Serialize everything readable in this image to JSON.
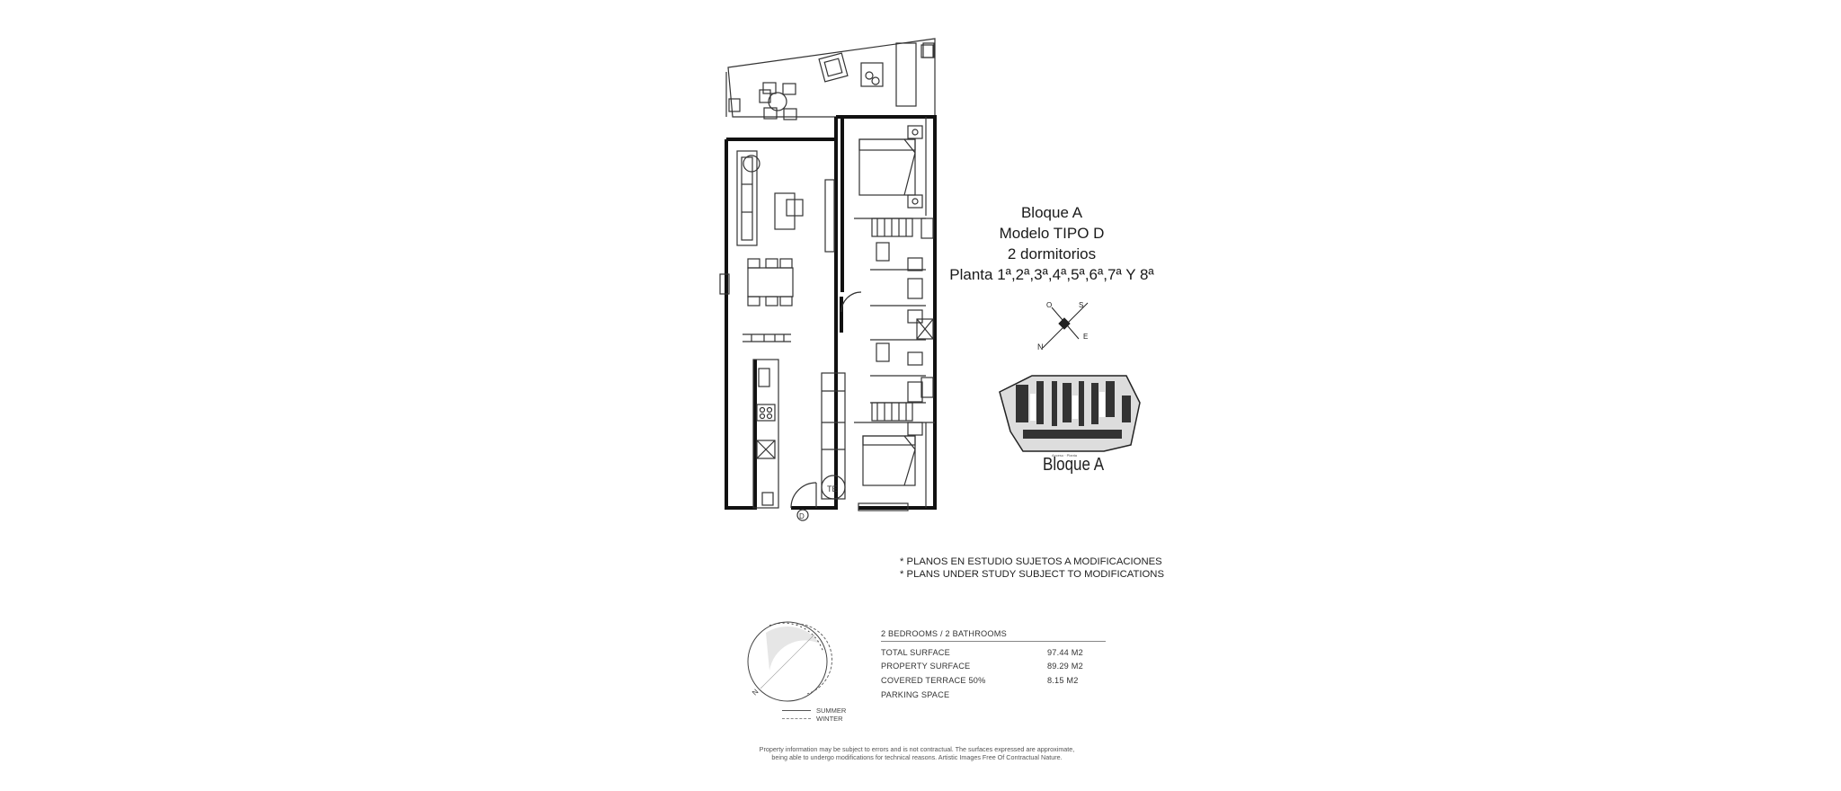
{
  "title": {
    "block": "Bloque A",
    "model": "Modelo TIPO D",
    "bedrooms": "2 dormitorios",
    "floors": "Planta 1ª,2ª,3ª,4ª,5ª,6ª,7ª Y 8ª"
  },
  "notes": [
    "* PLANOS EN ESTUDIO SUJETOS A MODIFICACIONES",
    "* PLANS UNDER STUDY SUBJECT TO MODIFICATIONS"
  ],
  "specs": {
    "header": "2 BEDROOMS / 2 BATHROOMS",
    "rows": [
      {
        "label": "TOTAL SURFACE",
        "value": "97.44 M2"
      },
      {
        "label": "PROPERTY SURFACE",
        "value": "89.29 M2"
      },
      {
        "label": "COVERED TERRACE 50%",
        "value": "8.15 M2"
      },
      {
        "label": "PARKING SPACE",
        "value": ""
      }
    ]
  },
  "sun_legend": {
    "summer": "SUMMER",
    "winter": "WINTER"
  },
  "disclaimer": {
    "line1": "Property information may be subject to errors and is not contractual. The surfaces expressed are approximate,",
    "line2": "being able to undergo modifications for technical reasons. Artistic Images Free Of Contractual Nature."
  },
  "key_plan": {
    "label": "Bloque A"
  },
  "plan_labels": {
    "te": "TE",
    "d": "D"
  },
  "compass": {
    "n": "N",
    "s": "S",
    "e": "E",
    "o": "O"
  },
  "colors": {
    "line": "#333333",
    "dark": "#111111",
    "sun_shade": "#e6e6e6"
  }
}
